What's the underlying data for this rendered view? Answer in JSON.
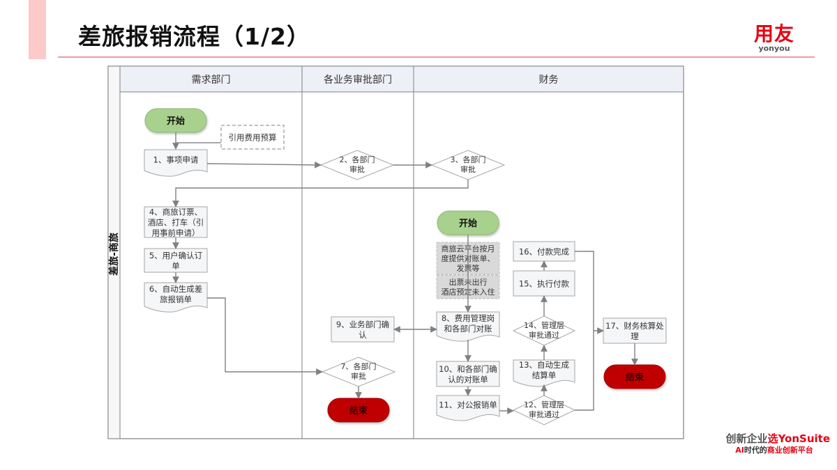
{
  "page": {
    "title": "差旅报销流程（1/2）",
    "logo": {
      "cn": "用友",
      "en": "yonyou"
    },
    "footer": {
      "line1_prefix": "创新企业",
      "line1_highlight": "选YonSuite",
      "line2_ai": "AI",
      "line2_text": "时代的",
      "line2_highlight": "商业创新平台"
    }
  },
  "diagram": {
    "pool_label": "差旅-商旅",
    "lanes": [
      {
        "id": "lane-demand",
        "label": "需求部门"
      },
      {
        "id": "lane-approval",
        "label": "各业务审批部门"
      },
      {
        "id": "lane-finance",
        "label": "财务"
      }
    ],
    "nodes": [
      {
        "id": "start1",
        "type": "terminator-start",
        "lines": [
          "开始"
        ]
      },
      {
        "id": "budget",
        "type": "annotation",
        "lines": [
          "引用费用预算"
        ]
      },
      {
        "id": "n1",
        "type": "document",
        "lines": [
          "1、事项申请"
        ]
      },
      {
        "id": "n2",
        "type": "decision",
        "lines": [
          "2、各部门",
          "审批"
        ]
      },
      {
        "id": "n3",
        "type": "decision",
        "lines": [
          "3、各部门",
          "审批"
        ]
      },
      {
        "id": "n4",
        "type": "process",
        "lines": [
          "4、商旅订票、",
          "酒店、打车（引",
          "用事前申请）"
        ]
      },
      {
        "id": "n5",
        "type": "process",
        "lines": [
          "5、用户确认订",
          "单"
        ]
      },
      {
        "id": "n6",
        "type": "document",
        "lines": [
          "6、自动生成差",
          "旅报销单"
        ]
      },
      {
        "id": "n7",
        "type": "decision",
        "lines": [
          "7、各部门",
          "审批"
        ]
      },
      {
        "id": "end1",
        "type": "terminator-end",
        "lines": [
          "结束"
        ]
      },
      {
        "id": "start2",
        "type": "terminator-start",
        "lines": [
          "开始"
        ]
      },
      {
        "id": "note1",
        "type": "note",
        "lines": [
          "商旅云平台按月",
          "度提供对账单、",
          "发票等"
        ]
      },
      {
        "id": "note2",
        "type": "note",
        "lines": [
          "出票未出行",
          "酒店预定未入住"
        ]
      },
      {
        "id": "n8",
        "type": "document",
        "lines": [
          "8、费用管理岗",
          "和各部门对账"
        ]
      },
      {
        "id": "n9",
        "type": "process",
        "lines": [
          "9、业务部门确",
          "认"
        ]
      },
      {
        "id": "n10",
        "type": "process",
        "lines": [
          "10、和各部门确",
          "认的对账单"
        ]
      },
      {
        "id": "n11",
        "type": "document",
        "lines": [
          "11、对公报销单"
        ]
      },
      {
        "id": "n12",
        "type": "decision",
        "lines": [
          "12、管理层",
          "审批通过"
        ]
      },
      {
        "id": "n13",
        "type": "document",
        "lines": [
          "13、自动生成",
          "结算单"
        ]
      },
      {
        "id": "n14",
        "type": "decision",
        "lines": [
          "14、管理层",
          "审批通过"
        ]
      },
      {
        "id": "n15",
        "type": "process",
        "lines": [
          "15、执行付款"
        ]
      },
      {
        "id": "n16",
        "type": "process",
        "lines": [
          "16、付款完成"
        ]
      },
      {
        "id": "n17",
        "type": "process",
        "lines": [
          "17、财务核算处",
          "理"
        ]
      },
      {
        "id": "end2",
        "type": "terminator-end",
        "lines": [
          "结束"
        ]
      }
    ],
    "edges": [
      {
        "from": "start1",
        "to": "n1"
      },
      {
        "from": "budget",
        "to": "start1-n1-link",
        "style": "association"
      },
      {
        "from": "n1",
        "to": "n2"
      },
      {
        "from": "n2",
        "to": "n3"
      },
      {
        "from": "n3",
        "to": "n4"
      },
      {
        "from": "n4",
        "to": "n5"
      },
      {
        "from": "n5",
        "to": "n6"
      },
      {
        "from": "n6",
        "to": "n7"
      },
      {
        "from": "n7",
        "to": "end1"
      },
      {
        "from": "start2",
        "to": "n8"
      },
      {
        "from": "n8",
        "to": "n9",
        "bidirectional": true
      },
      {
        "from": "n8",
        "to": "n10"
      },
      {
        "from": "n10",
        "to": "n11"
      },
      {
        "from": "n11",
        "to": "n12"
      },
      {
        "from": "n12",
        "to": "n13"
      },
      {
        "from": "n13",
        "to": "n14"
      },
      {
        "from": "n14",
        "to": "n15"
      },
      {
        "from": "n15",
        "to": "n16"
      },
      {
        "from": "n16",
        "to": "n17"
      },
      {
        "from": "n12",
        "to": "n17"
      },
      {
        "from": "n17",
        "to": "end2"
      }
    ],
    "colors": {
      "start_fill": "#a9d18e",
      "end_fill": "#c00000",
      "box_stroke": "#a6a6a6",
      "edge": "#808080",
      "lane_header": "#eef0f7",
      "note_fill": "#d9d9d9"
    }
  }
}
